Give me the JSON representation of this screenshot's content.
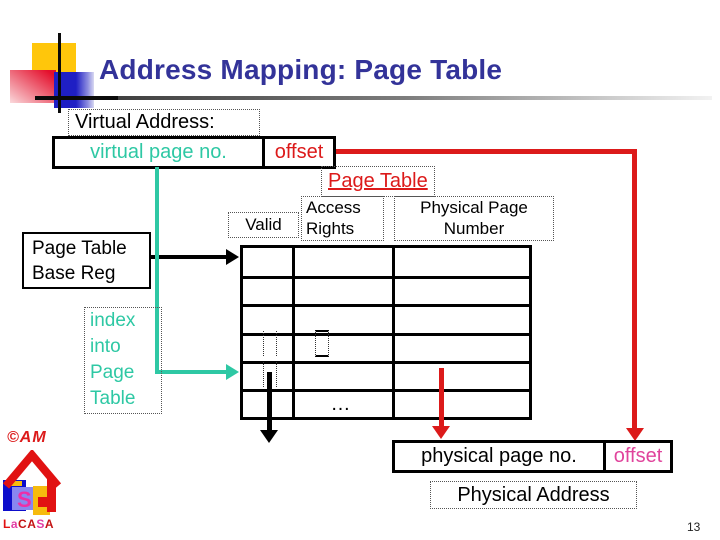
{
  "colors": {
    "navy": "#333399",
    "red": "#dc1a1a",
    "teal": "#2ec8a4",
    "pink": "#e0449c",
    "gold": "#ffc60b",
    "blue": "#1f1fc4"
  },
  "title": "Address Mapping: Page Table",
  "virtual_address": {
    "label": "Virtual Address:",
    "page_field": "virtual page no.",
    "offset_field": "offset"
  },
  "page_table": {
    "label": "Page Table",
    "valid_header": "Valid",
    "access_rights_line1": "Access",
    "access_rights_line2": "Rights",
    "ppn_line1": "Physical Page",
    "ppn_line2": "Number",
    "base_reg_line1": "Page Table",
    "base_reg_line2": "Base Reg",
    "index_lines": [
      "index",
      "into",
      "Page",
      "Table"
    ],
    "ellipsis": "…",
    "rows": 6
  },
  "physical_address": {
    "label": "Physical Address",
    "page_field": "physical page no.",
    "offset_field": "offset"
  },
  "footer": {
    "copyright": "©AM",
    "page_number": "13",
    "logo_spans": [
      {
        "t": "L",
        "c": "#e11212"
      },
      {
        "t": "a",
        "c": "#e23ea4"
      },
      {
        "t": "CA",
        "c": "#c41414"
      },
      {
        "t": "S",
        "c": "#e23ea4"
      },
      {
        "t": "A",
        "c": "#c41414"
      }
    ]
  }
}
